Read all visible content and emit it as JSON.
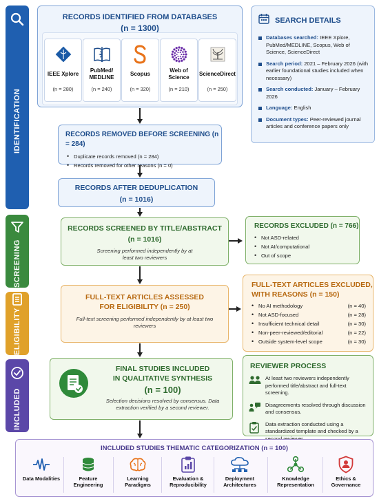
{
  "stages": {
    "identification": "IDENTIFICATION",
    "screening": "SCREENING",
    "eligibility": "ELIGIBILITY",
    "included": "INCLUDED"
  },
  "colors": {
    "identification": "#1f5fb0",
    "screening": "#3a8a3e",
    "eligibility": "#e0a12a",
    "included": "#5b47a8"
  },
  "records_identified": {
    "title": "RECORDS IDENTIFIED FROM DATABASES",
    "count": "(n = 1300)",
    "databases": [
      {
        "name": "IEEE Xplore",
        "count": "(n = 280)",
        "icon": "ieee-logo-icon"
      },
      {
        "name": "PubMed/ MEDLINE",
        "count": "(n = 240)",
        "icon": "pubmed-logo-icon"
      },
      {
        "name": "Scopus",
        "count": "(n = 320)",
        "icon": "scopus-logo-icon"
      },
      {
        "name": "Web of Science",
        "count": "(n = 210)",
        "icon": "wos-logo-icon"
      },
      {
        "name": "ScienceDirect",
        "count": "(n = 250)",
        "icon": "sciencedirect-logo-icon"
      }
    ]
  },
  "search_details": {
    "title": "SEARCH DETAILS",
    "items": [
      {
        "label": "Databases searched:",
        "text": " IEEE Xplore, PubMed/MEDLINE, Scopus, Web of Science, ScienceDirect"
      },
      {
        "label": "Search period:",
        "text": " 2021 – February 2026 (with earlier foundational studies included when necessary)"
      },
      {
        "label": "Search conducted:",
        "text": " January – February 2026"
      },
      {
        "label": "Language:",
        "text": " English"
      },
      {
        "label": "Document types:",
        "text": " Peer-reviewed journal articles and conference papers only"
      }
    ]
  },
  "removed_before_screening": {
    "title": "RECORDS REMOVED BEFORE SCREENING (n = 284)",
    "items": [
      "Duplicate records removed (n = 284)",
      "Records removed for other reasons (n = 0)"
    ]
  },
  "after_dedup": {
    "title": "RECORDS AFTER DEDUPLICATION",
    "count": "(n = 1016)"
  },
  "screened": {
    "title": "RECORDS SCREENED BY TITLE/ABSTRACT",
    "count": "(n = 1016)",
    "note": "Screening performed independently by at least two reviewers"
  },
  "excluded": {
    "title": "RECORDS EXCLUDED (n = 766)",
    "items": [
      "Not ASD-related",
      "Not AI/computational",
      "Out of scope"
    ]
  },
  "fulltext": {
    "title1": "FULL-TEXT ARTICLES ASSESSED",
    "title2": "FOR ELIGIBILITY (n = 250)",
    "note": "Full-text screening performed independently by at least two reviewers"
  },
  "fulltext_excluded": {
    "title1": "FULL-TEXT ARTICLES EXCLUDED,",
    "title2": "WITH REASONS (n = 150)",
    "items": [
      {
        "reason": "No AI methodology",
        "n": "(n = 40)"
      },
      {
        "reason": "Not ASD-focused",
        "n": "(n = 28)"
      },
      {
        "reason": "Insufficient technical detail",
        "n": "(n = 30)"
      },
      {
        "reason": "Non-peer-reviewed/editorial",
        "n": "(n = 22)"
      },
      {
        "reason": "Outside system-level scope",
        "n": "(n = 30)"
      }
    ]
  },
  "final": {
    "title1": "FINAL STUDIES INCLUDED",
    "title2": "IN QUALITATIVE SYNTHESIS",
    "count": "(n = 100)",
    "note": "Selection decisions resolved by consensus. Data extraction verified by a second reviewer."
  },
  "reviewer": {
    "title": "REVIEWER PROCESS",
    "items": [
      "At least two reviewers independently performed title/abstract and full-text screening.",
      "Disagreements resolved through discussion and consensus.",
      "Data extraction conducted using a standardized template and checked by a second reviewer."
    ]
  },
  "categorization": {
    "title": "INCLUDED STUDIES THEMATIC CATEGORIZATION (n = 100)",
    "categories": [
      {
        "label": "Data Modalities",
        "icon": "waveform-icon"
      },
      {
        "label": "Feature Engineering",
        "icon": "database-icon"
      },
      {
        "label": "Learning Paradigms",
        "icon": "brain-icon"
      },
      {
        "label": "Evaluation & Reproducibility",
        "icon": "clipboard-chart-icon"
      },
      {
        "label": "Deployment Architectures",
        "icon": "cloud-network-icon"
      },
      {
        "label": "Knowledge Representation",
        "icon": "graph-nodes-icon"
      },
      {
        "label": "Ethics & Governance",
        "icon": "shield-person-icon"
      }
    ]
  }
}
